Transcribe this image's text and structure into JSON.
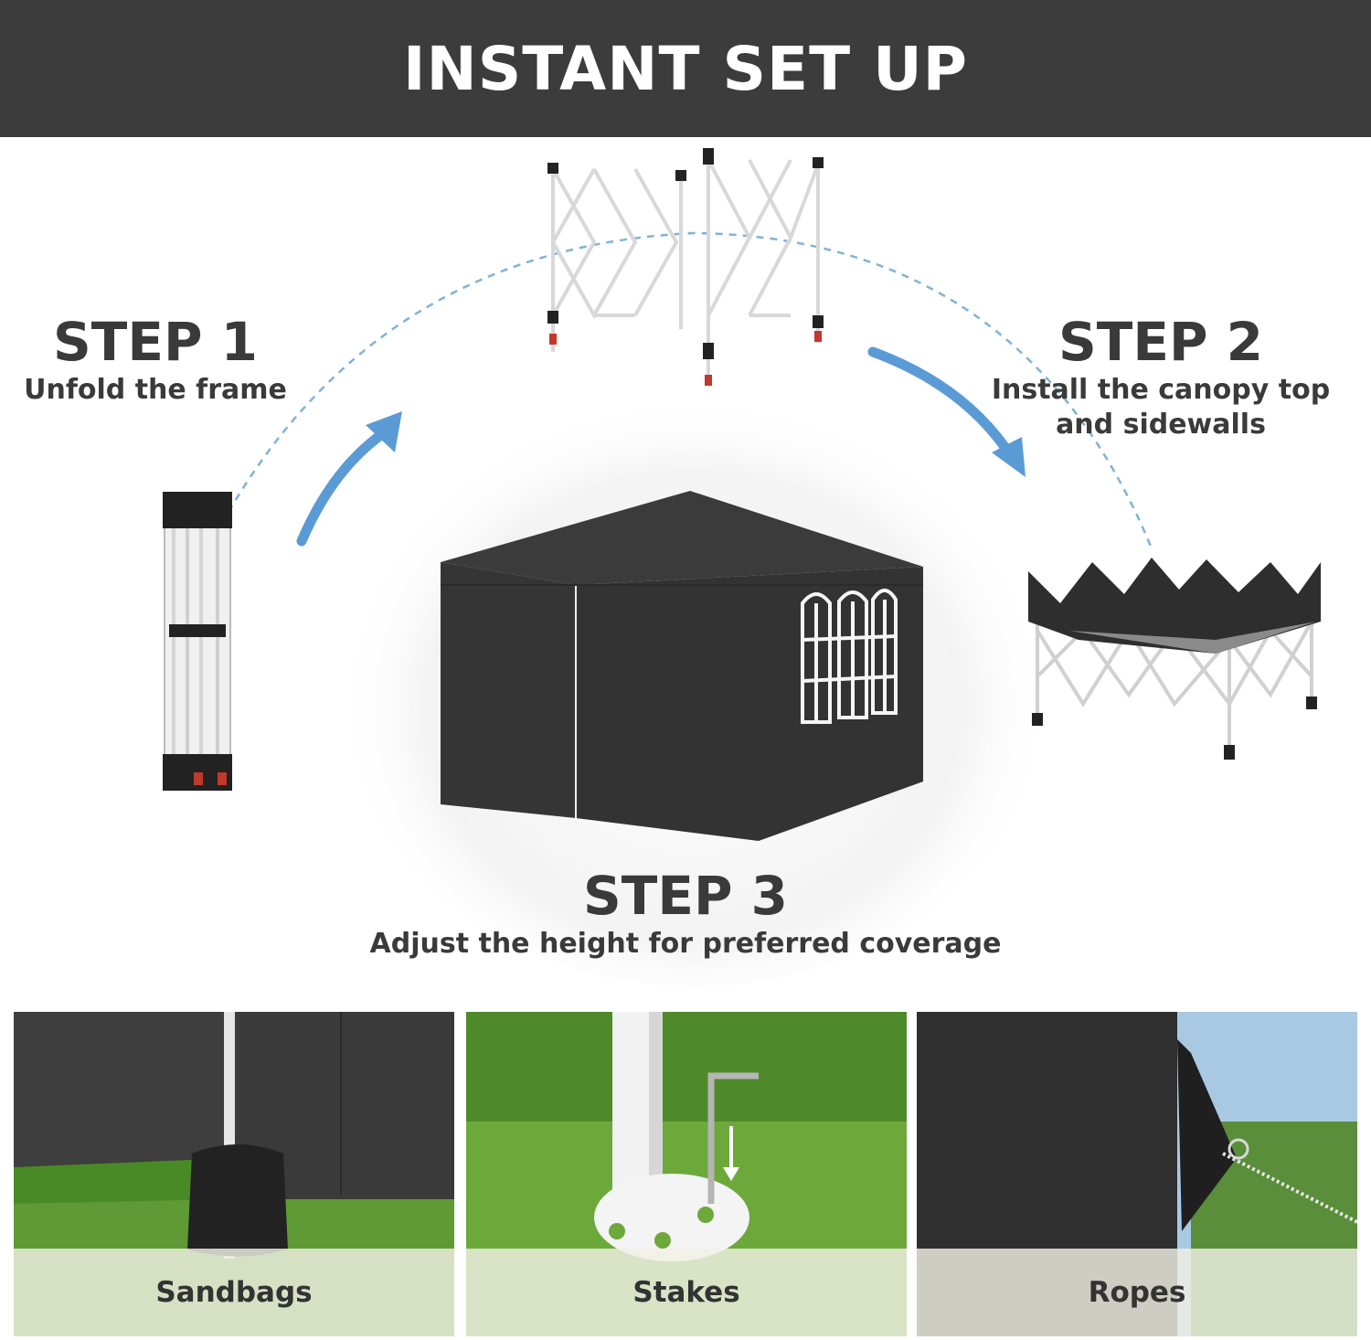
{
  "header": {
    "title": "INSTANT SET UP"
  },
  "steps": [
    {
      "title": "STEP 1",
      "description": "Unfold the frame"
    },
    {
      "title": "STEP 2",
      "description_line1": "Install the canopy top",
      "description_line2": "and sidewalls"
    },
    {
      "title": "STEP 3",
      "description": "Adjust the height for preferred coverage"
    }
  ],
  "accessories": [
    {
      "label": "Sandbags"
    },
    {
      "label": "Stakes"
    },
    {
      "label": "Ropes"
    }
  ],
  "colors": {
    "header_bg": "#3c3c3c",
    "canopy": "#3a3a3a",
    "arrow_blue": "#5b9bd5",
    "grass": "#4e8a2c"
  }
}
